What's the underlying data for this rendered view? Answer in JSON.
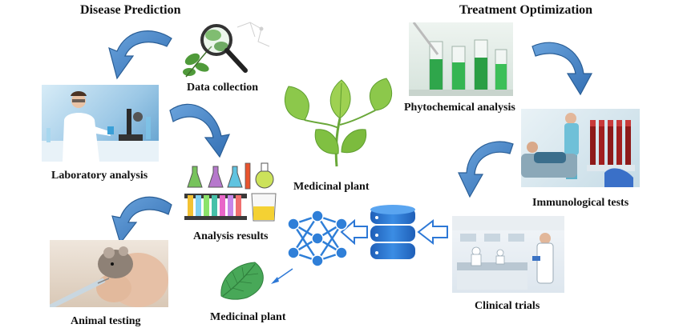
{
  "sections": {
    "disease_prediction": "Disease Prediction",
    "treatment_optimization": "Treatment Optimization"
  },
  "steps": {
    "data_collection": "Data collection",
    "laboratory_analysis": "Laboratory analysis",
    "analysis_results": "Analysis results",
    "animal_testing": "Animal testing",
    "phytochemical_analysis": "Phytochemical analysis",
    "immunological_tests": "Immunological tests",
    "clinical_trials": "Clinical trials"
  },
  "center": {
    "medicinal_plant_top": "Medicinal plant",
    "medicinal_plant_bottom": "Medicinal plant"
  },
  "colors": {
    "arrow_blue": "#4a86c8",
    "arrow_outline": "#2a5e96",
    "leaf_green": "#7cc242",
    "network_blue": "#2f7fd8",
    "database_blue": "#2d78d6"
  }
}
